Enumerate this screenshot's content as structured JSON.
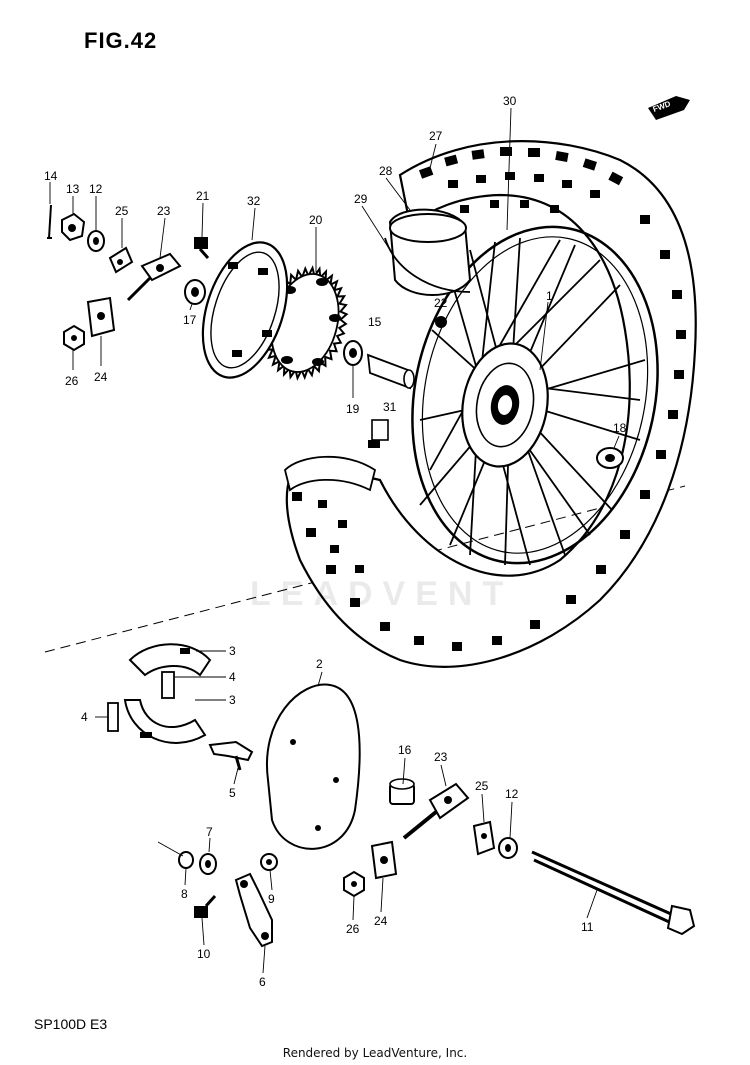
{
  "figure_title": "FIG.42",
  "model_code": "SP100D  E3",
  "credit": "Rendered by LeadVenture, Inc.",
  "watermark": "LEADVENT",
  "direction_marker": "FWD",
  "callouts": [
    {
      "id": "c14",
      "label": "14"
    },
    {
      "id": "c13",
      "label": "13"
    },
    {
      "id": "c12a",
      "label": "12"
    },
    {
      "id": "c25a",
      "label": "25"
    },
    {
      "id": "c23a",
      "label": "23"
    },
    {
      "id": "c21",
      "label": "21"
    },
    {
      "id": "c32",
      "label": "32"
    },
    {
      "id": "c20",
      "label": "20"
    },
    {
      "id": "c29",
      "label": "29"
    },
    {
      "id": "c28",
      "label": "28"
    },
    {
      "id": "c27",
      "label": "27"
    },
    {
      "id": "c30",
      "label": "30"
    },
    {
      "id": "c22",
      "label": "22"
    },
    {
      "id": "c1",
      "label": "1"
    },
    {
      "id": "c15",
      "label": "15"
    },
    {
      "id": "c17",
      "label": "17"
    },
    {
      "id": "c26a",
      "label": "26"
    },
    {
      "id": "c24a",
      "label": "24"
    },
    {
      "id": "c19",
      "label": "19"
    },
    {
      "id": "c31",
      "label": "31"
    },
    {
      "id": "c18",
      "label": "18"
    },
    {
      "id": "c2",
      "label": "2"
    },
    {
      "id": "c3a",
      "label": "3"
    },
    {
      "id": "c4a",
      "label": "4"
    },
    {
      "id": "c3b",
      "label": "3"
    },
    {
      "id": "c4b",
      "label": "4"
    },
    {
      "id": "c5",
      "label": "5"
    },
    {
      "id": "c16",
      "label": "16"
    },
    {
      "id": "c23b",
      "label": "23"
    },
    {
      "id": "c25b",
      "label": "25"
    },
    {
      "id": "c12b",
      "label": "12"
    },
    {
      "id": "c7",
      "label": "7"
    },
    {
      "id": "c8",
      "label": "8"
    },
    {
      "id": "c9",
      "label": "9"
    },
    {
      "id": "c10",
      "label": "10"
    },
    {
      "id": "c6",
      "label": "6"
    },
    {
      "id": "c26b",
      "label": "26"
    },
    {
      "id": "c24b",
      "label": "24"
    },
    {
      "id": "c11",
      "label": "11"
    }
  ]
}
